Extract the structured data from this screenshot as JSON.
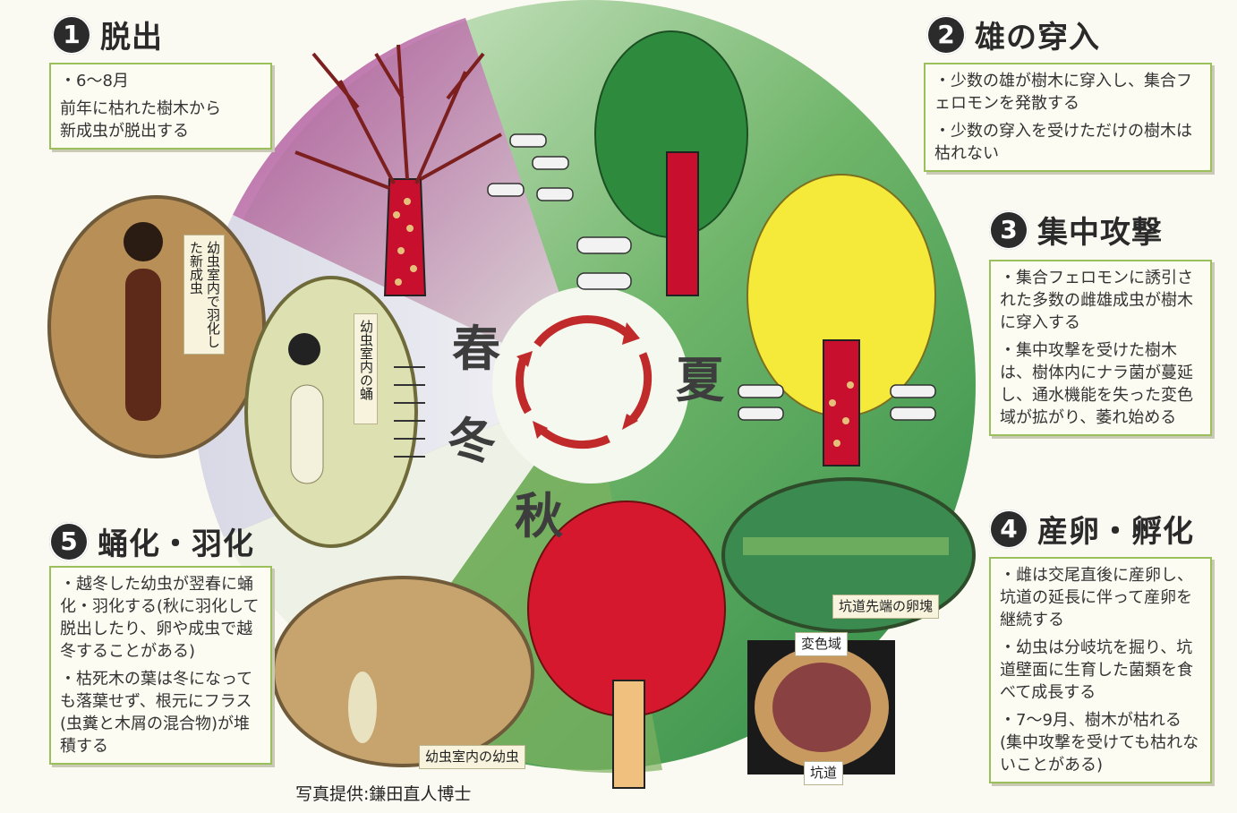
{
  "steps": {
    "s1": {
      "num": "1",
      "title": "脱出",
      "lines": [
        "・6～8月",
        "前年に枯れた樹木から",
        "新成虫が脱出する"
      ]
    },
    "s2": {
      "num": "2",
      "title": "雄の穿入",
      "bullets": [
        "・少数の雄が樹木に穿入し、集合フェロモンを発散する",
        "・少数の穿入を受けただけの樹木は枯れない"
      ]
    },
    "s3": {
      "num": "3",
      "title": "集中攻撃",
      "bullets": [
        "・集合フェロモンに誘引された多数の雌雄成虫が樹木に穿入する",
        "・集中攻撃を受けた樹木は、樹体内にナラ菌が蔓延し、通水機能を失った変色域が拡がり、萎れ始める"
      ]
    },
    "s4": {
      "num": "4",
      "title": "産卵・孵化",
      "bullets": [
        "・雌は交尾直後に産卵し、坑道の延長に伴って産卵を継続する",
        "・幼虫は分岐坑を掘り、坑道壁面に生育した菌類を食べて成長する",
        "・7～9月、樹木が枯れる(集中攻撃を受けても枯れないことがある)"
      ]
    },
    "s5": {
      "num": "5",
      "title": "蛹化・羽化",
      "bullets": [
        "・越冬した幼虫が翌春に蛹化・羽化する(秋に羽化して脱出したり、卵や成虫で越冬することがある)",
        "・枯死木の葉は冬になっても落葉せず、根元にフラス(虫糞と木屑の混合物)が堆積する"
      ]
    }
  },
  "seasons": {
    "spring": "春",
    "summer": "夏",
    "autumn": "秋",
    "winter": "冬"
  },
  "captions": {
    "emerged": "幼虫室内で羽化した新成虫",
    "pupa": "幼虫室内の蛹",
    "larva": "幼虫室内の幼虫",
    "eggs": "坑道先端の卵塊",
    "discolor": "変色域",
    "tunnel": "坑道"
  },
  "credit": "写真提供:鎌田直人博士",
  "colors": {
    "accent_box_border": "#9bbf5a",
    "dead_red": "#c8102e",
    "green": "#2e8b3e",
    "yellow": "#f5e93a"
  }
}
